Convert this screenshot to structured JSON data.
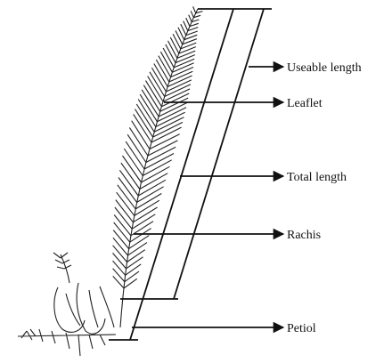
{
  "diagram": {
    "labels": {
      "useable_length": "Useable length",
      "leaflet": "Leaflet",
      "total_length": "Total length",
      "rachis": "Rachis",
      "petiol": "Petiol"
    }
  }
}
